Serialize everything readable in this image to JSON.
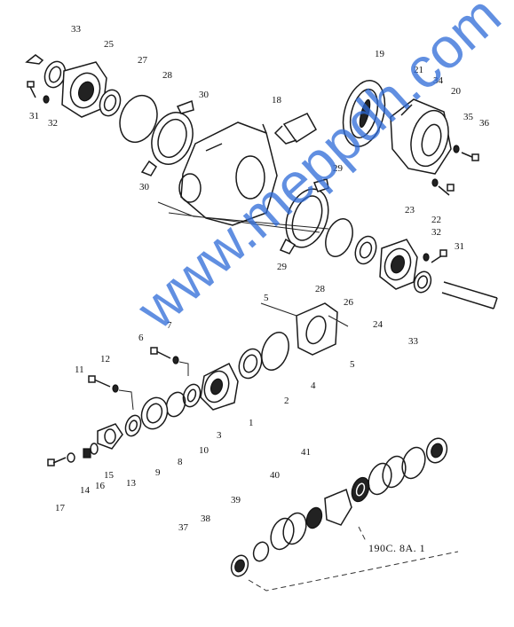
{
  "caption": "190C. 8A. 1",
  "watermark": "www.meppdh.com",
  "callouts": [
    {
      "id": "c33a",
      "text": "33"
    },
    {
      "id": "c25",
      "text": "25"
    },
    {
      "id": "c27",
      "text": "27"
    },
    {
      "id": "c28a",
      "text": "28"
    },
    {
      "id": "c30a",
      "text": "30"
    },
    {
      "id": "c31a",
      "text": "31"
    },
    {
      "id": "c32a",
      "text": "32"
    },
    {
      "id": "c30b",
      "text": "30"
    },
    {
      "id": "c18",
      "text": "18"
    },
    {
      "id": "c19",
      "text": "19"
    },
    {
      "id": "c21",
      "text": "21"
    },
    {
      "id": "c34",
      "text": "34"
    },
    {
      "id": "c20",
      "text": "20"
    },
    {
      "id": "c35",
      "text": "35"
    },
    {
      "id": "c36",
      "text": "36"
    },
    {
      "id": "c23",
      "text": "23"
    },
    {
      "id": "c22",
      "text": "22"
    },
    {
      "id": "c29a",
      "text": "29"
    },
    {
      "id": "c32b",
      "text": "32"
    },
    {
      "id": "c31b",
      "text": "31"
    },
    {
      "id": "c29b",
      "text": "29"
    },
    {
      "id": "c28b",
      "text": "28"
    },
    {
      "id": "c26",
      "text": "26"
    },
    {
      "id": "c24",
      "text": "24"
    },
    {
      "id": "c33b",
      "text": "33"
    },
    {
      "id": "c5a",
      "text": "5"
    },
    {
      "id": "c5b",
      "text": "5"
    },
    {
      "id": "c6",
      "text": "6"
    },
    {
      "id": "c7",
      "text": "7"
    },
    {
      "id": "c11",
      "text": "11"
    },
    {
      "id": "c12",
      "text": "12"
    },
    {
      "id": "c4",
      "text": "4"
    },
    {
      "id": "c2",
      "text": "2"
    },
    {
      "id": "c1",
      "text": "1"
    },
    {
      "id": "c3",
      "text": "3"
    },
    {
      "id": "c10",
      "text": "10"
    },
    {
      "id": "c8",
      "text": "8"
    },
    {
      "id": "c9",
      "text": "9"
    },
    {
      "id": "c13",
      "text": "13"
    },
    {
      "id": "c15",
      "text": "15"
    },
    {
      "id": "c16",
      "text": "16"
    },
    {
      "id": "c14",
      "text": "14"
    },
    {
      "id": "c17",
      "text": "17"
    },
    {
      "id": "c41",
      "text": "41"
    },
    {
      "id": "c40",
      "text": "40"
    },
    {
      "id": "c39",
      "text": "39"
    },
    {
      "id": "c38",
      "text": "38"
    },
    {
      "id": "c37",
      "text": "37"
    }
  ]
}
